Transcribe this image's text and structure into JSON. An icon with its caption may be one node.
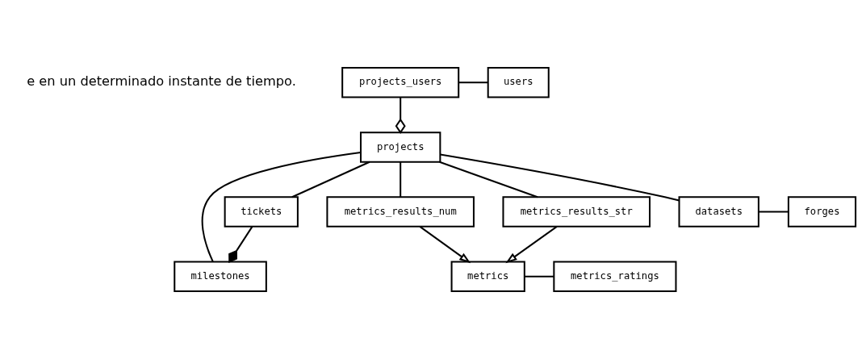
{
  "diagram": {
    "nodes": [
      {
        "text": [
          "metrics"
        ]
      },
      {
        "text": [
          "metrics_ratings"
        ]
      },
      {
        "text": [
          "projects_users"
        ]
      },
      {
        "text": [
          "users"
        ]
      },
      {
        "text": [
          "milestones"
        ]
      },
      {
        "text": [
          "projects"
        ]
      },
      {
        "text": [
          "metrics_results_num"
        ]
      },
      {
        "text": [
          "metrics_results_str"
        ]
      },
      {
        "text": [
          "tickets"
        ]
      },
      {
        "text": [
          "datasets"
        ]
      },
      {
        "text": [
          "forges"
        ]
      }
    ],
    "edges": [
      {
        "from": 0,
        "to": 1,
        "arrow": "none"
      },
      {
        "from": 2,
        "to": 3,
        "arrow": "none"
      },
      {
        "from": 2,
        "to": 5,
        "arrow": "other"
      },
      {
        "from": 4,
        "to": 5,
        "arrow": "none"
      },
      {
        "from": 8,
        "to": 4,
        "arrow": "other"
      },
      {
        "from": 5,
        "to": 8,
        "arrow": "none"
      },
      {
        "from": 6,
        "to": 0,
        "arrow": "to"
      },
      {
        "from": 7,
        "to": 0,
        "arrow": "to"
      },
      {
        "from": 5,
        "to": 6,
        "arrow": "none"
      },
      {
        "from": 5,
        "to": 7,
        "arrow": "none"
      },
      {
        "from": 5,
        "to": 9,
        "arrow": "none"
      },
      {
        "from": 9,
        "to": 10,
        "arrow": "none"
      }
    ],
    "labels": [
      "e en un determinado instante de tiempo."
    ]
  }
}
